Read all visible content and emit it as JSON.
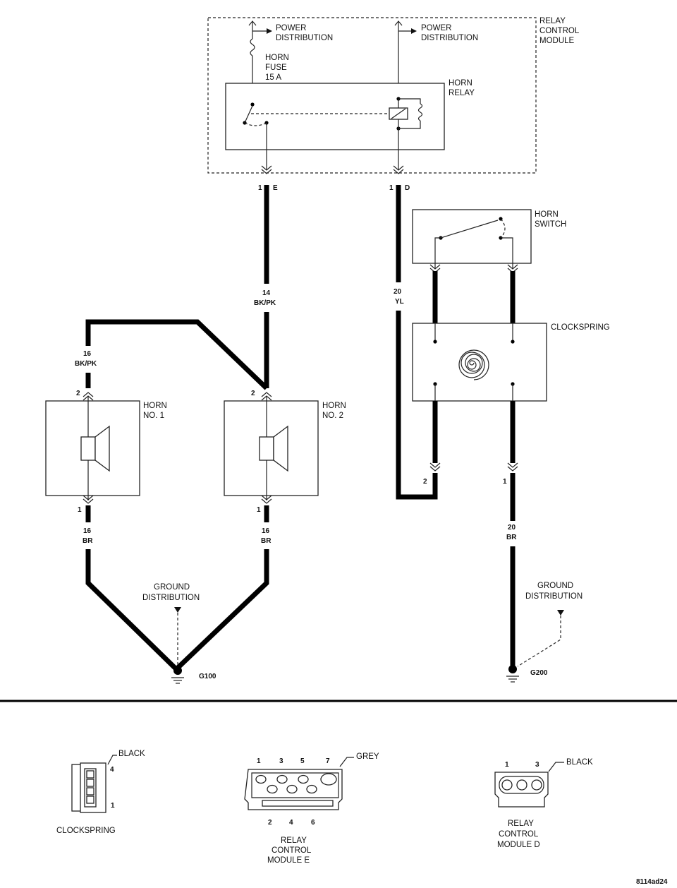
{
  "labels": {
    "power_distribution": [
      "POWER",
      "DISTRIBUTION"
    ],
    "relay_control_module": [
      "RELAY",
      "CONTROL",
      "MODULE"
    ],
    "horn_fuse": [
      "HORN",
      "FUSE",
      "15 A"
    ],
    "horn_relay": [
      "HORN",
      "RELAY"
    ],
    "horn_switch": [
      "HORN",
      "SWITCH"
    ],
    "clockspring": "CLOCKSPRING",
    "horn_no1": [
      "HORN",
      "NO. 1"
    ],
    "horn_no2": [
      "HORN",
      "NO. 2"
    ],
    "ground_distribution": [
      "GROUND",
      "DISTRIBUTION"
    ],
    "g100": "G100",
    "g200": "G200"
  },
  "pins": {
    "rcm_e_pin": "1",
    "rcm_e_letter": "E",
    "rcm_d_pin": "1",
    "rcm_d_letter": "D",
    "horn1_top": "2",
    "horn2_top": "2",
    "horn1_bottom": "1",
    "horn2_bottom": "1",
    "clock_left_bottom": "2",
    "clock_right_bottom": "1"
  },
  "wires": {
    "w_14_bkpk": [
      "14",
      "BK/PK"
    ],
    "w_16_bkpk": [
      "16",
      "BK/PK"
    ],
    "w_20_yl": [
      "20",
      "YL"
    ],
    "w_16_br_1": [
      "16",
      "BR"
    ],
    "w_16_br_2": [
      "16",
      "BR"
    ],
    "w_20_br": [
      "20",
      "BR"
    ]
  },
  "connectors": {
    "clockspring": {
      "color": "BLACK",
      "pin_top": "4",
      "pin_bottom": "1",
      "name": "CLOCKSPRING"
    },
    "rcm_e": {
      "color": "GREY",
      "pins_top": [
        "1",
        "3",
        "5",
        "7"
      ],
      "pins_bottom": [
        "2",
        "4",
        "6"
      ],
      "name": [
        "RELAY",
        "CONTROL",
        "MODULE E"
      ]
    },
    "rcm_d": {
      "color": "BLACK",
      "pins_top": [
        "1",
        "3"
      ],
      "name": [
        "RELAY",
        "CONTROL",
        "MODULE D"
      ]
    }
  },
  "figure_code": "8114ad24"
}
